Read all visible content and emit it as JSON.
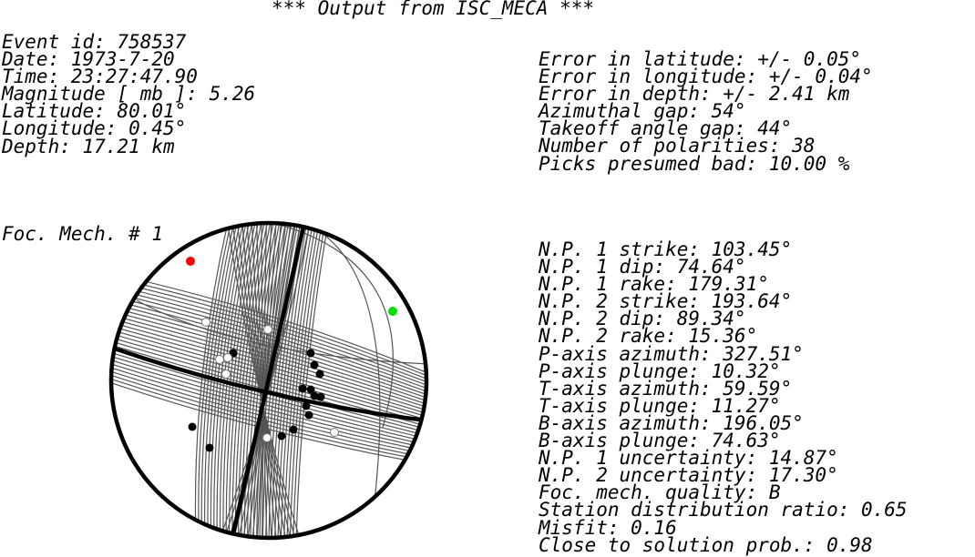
{
  "title": "*** Output from ISC_MECA ***",
  "event": {
    "id_line": "Event id: 758537",
    "date_line": "Date: 1973-7-20",
    "time_line": "Time: 23:27:47.90",
    "magnitude_line": "Magnitude [ mb ]: 5.26",
    "latitude_line": "Latitude: 80.01°",
    "longitude_line": "Longitude: 0.45°",
    "depth_line": "Depth: 17.21 km"
  },
  "errors": {
    "lat_err": "Error in latitude: +/- 0.05°",
    "lon_err": "Error in longitude: +/- 0.04°",
    "depth_err": "Error in depth: +/- 2.41 km",
    "az_gap": "Azimuthal gap: 54°",
    "takeoff_gap": "Takeoff angle gap: 44°",
    "n_pol": "Number of polarities: 38",
    "bad_picks": "Picks presumed bad: 10.00 %"
  },
  "focal_mechanism_label": "Foc. Mech. # 1",
  "solution": [
    "N.P. 1 strike: 103.45°",
    "N.P. 1 dip: 74.64°",
    "N.P. 1 rake: 179.31°",
    "N.P. 2 strike: 193.64°",
    "N.P. 2 dip: 89.34°",
    "N.P. 2 rake: 15.36°",
    "P-axis azimuth: 327.51°",
    "P-axis plunge: 10.32°",
    "T-axis azimuth: 59.59°",
    "T-axis plunge: 11.27°",
    "B-axis azimuth: 196.05°",
    "B-axis plunge: 74.63°",
    "N.P. 1 uncertainty: 14.87°",
    "N.P. 2 uncertainty: 17.30°",
    "Foc. mech. quality: B",
    "Station distribution ratio: 0.65",
    "Misfit: 0.16",
    "Close to solution prob.: 0.98"
  ],
  "colors": {
    "p_axis": "#ff0000",
    "t_axis": "#00dd00",
    "compression": "#000000",
    "dilatation": "#ffffff",
    "uncertainty_curves": "#555555"
  }
}
